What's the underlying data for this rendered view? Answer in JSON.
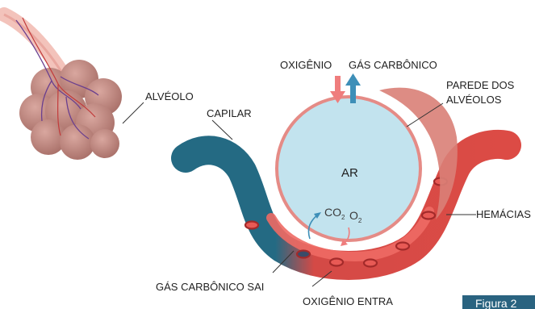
{
  "labels": {
    "oxigenio": "OXIGÊNIO",
    "gas_carbonico": "GÁS CARBÔNICO",
    "parede_line1": "PAREDE DOS",
    "parede_line2": "ALVÉOLOS",
    "alveolo": "ALVÉOLO",
    "capilar": "CAPILAR",
    "ar": "AR",
    "hemacias": "HEMÁCIAS",
    "gas_carbonico_sai": "GÁS CARBÔNICO SAI",
    "oxigenio_entra": "OXIGÊNIO ENTRA"
  },
  "gases": {
    "co": "CO",
    "co_sub": "2",
    "o": "O",
    "o_sub": "2"
  },
  "figure_tag": "Figura 2",
  "colors": {
    "capillary_venous": "#246a83",
    "capillary_arterial": "#dc4b45",
    "capillary_band": "#ee6a64",
    "alveolus_air": "#c2e3ee",
    "alveolus_wall": "#f0a29d",
    "wall_shadow": "#d98077",
    "oxygen_arrow": "#ef7d7d",
    "co2_arrow": "#3e8fb8",
    "alveoli_cluster": "#c9938b",
    "figure_tag_bg": "#2a6380"
  },
  "icons": {
    "alveoli_cluster": "alveoli-cluster-icon",
    "oxygen_arrow": "oxygen-down-arrow-icon",
    "co2_arrow": "co2-up-arrow-icon"
  }
}
